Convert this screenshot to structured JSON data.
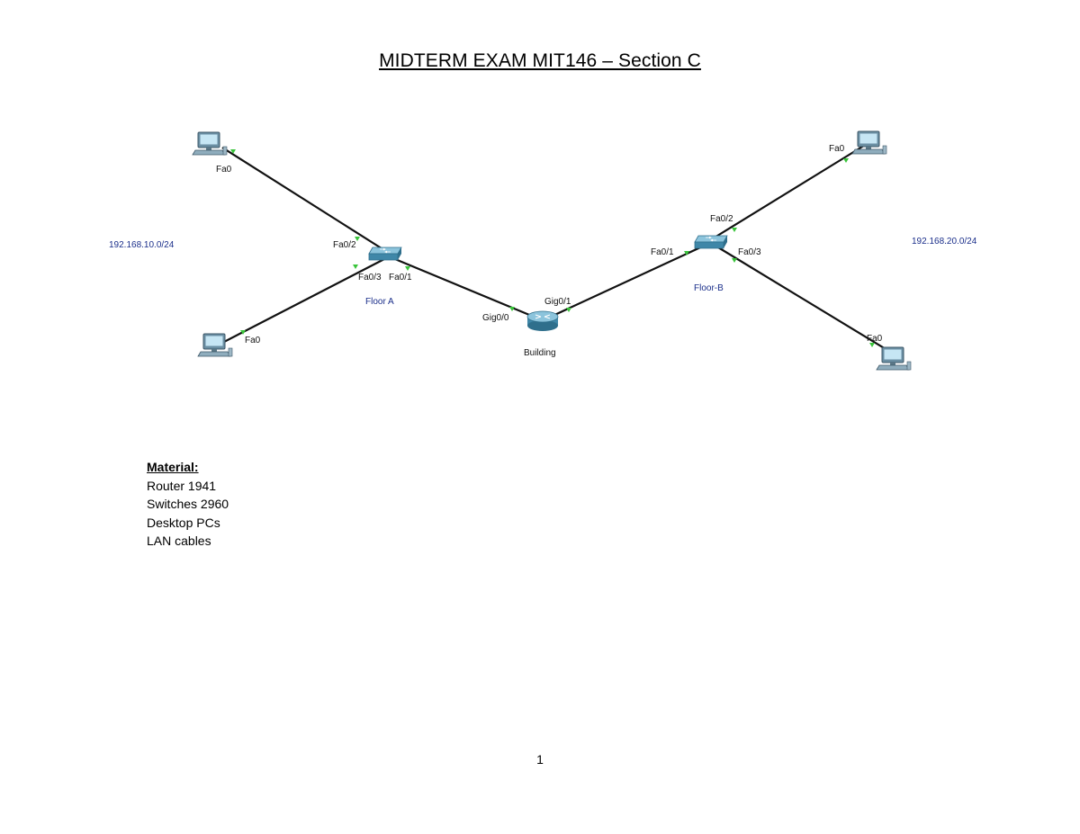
{
  "title": "MIDTERM EXAM MIT146 – Section C",
  "topology": {
    "subnets": {
      "left": "192.168.10.0/24",
      "right": "192.168.20.0/24"
    },
    "devices": {
      "switch_left": "Floor A",
      "switch_right": "Floor-B",
      "router": "Building"
    },
    "ports": {
      "pc_top_left": "Fa0",
      "pc_bottom_left": "Fa0",
      "pc_top_right": "Fa0",
      "pc_bottom_right": "Fa0",
      "swA_to_pc_top": "Fa0/2",
      "swA_to_pc_bottom": "Fa0/3",
      "swA_to_router": "Fa0/1",
      "router_to_swA": "Gig0/0",
      "router_to_swB": "Gig0/1",
      "swB_to_router": "Fa0/1",
      "swB_to_pc_top": "Fa0/2",
      "swB_to_pc_bottom": "Fa0/3"
    },
    "colors": {
      "link_led": "#39c43a",
      "switch": "#4f97b5",
      "router": "#5a9fc0"
    }
  },
  "materials": {
    "heading": "Material:",
    "items": [
      "Router 1941",
      "Switches 2960",
      "Desktop PCs",
      "LAN cables"
    ]
  },
  "page_number": "1"
}
